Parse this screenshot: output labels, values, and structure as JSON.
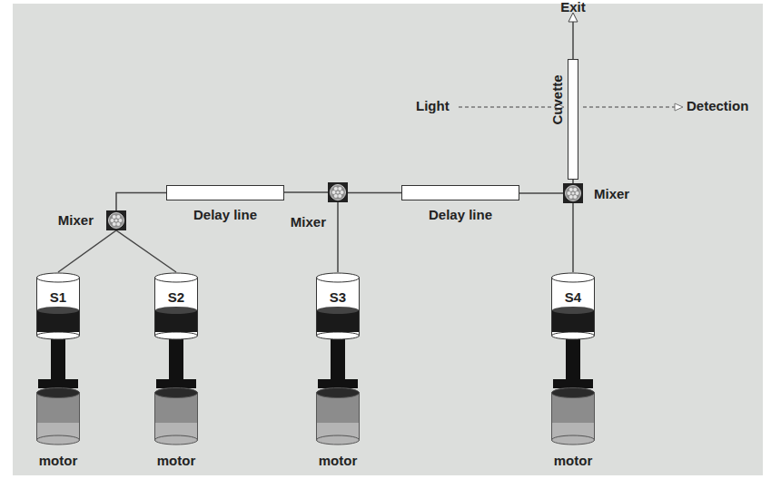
{
  "diagram": {
    "nodes": [
      {
        "text": [
          "Cuvette"
        ]
      },
      {
        "text": [
          "Mixer"
        ]
      },
      {
        "text": [
          "Delay line"
        ]
      },
      {
        "text": [
          "Mixer"
        ]
      },
      {
        "text": [
          "Delay line"
        ]
      },
      {
        "text": [
          "Mixer"
        ]
      },
      {
        "text": [
          "S1"
        ]
      },
      {
        "text": [
          "S2"
        ]
      },
      {
        "text": [
          "S3"
        ]
      },
      {
        "text": [
          "S4"
        ]
      },
      {
        "text": [
          "motor"
        ]
      },
      {
        "text": [
          "motor"
        ]
      },
      {
        "text": [
          "motor"
        ]
      },
      {
        "text": [
          "motor"
        ]
      }
    ],
    "edges": [
      {
        "from": 6,
        "to": 1,
        "arrow": "none"
      },
      {
        "from": 7,
        "to": 1,
        "arrow": "none"
      },
      {
        "from": 1,
        "to": 2,
        "arrow": "none"
      },
      {
        "from": 2,
        "to": 3,
        "arrow": "none"
      },
      {
        "from": 8,
        "to": 3,
        "arrow": "none"
      },
      {
        "from": 3,
        "to": 4,
        "arrow": "none"
      },
      {
        "from": 4,
        "to": 5,
        "arrow": "none"
      },
      {
        "from": 9,
        "to": 5,
        "arrow": "none"
      },
      {
        "from": 5,
        "to": 0,
        "arrow": "none"
      }
    ],
    "labels": [
      "Exit",
      "Light",
      "Detection"
    ]
  }
}
